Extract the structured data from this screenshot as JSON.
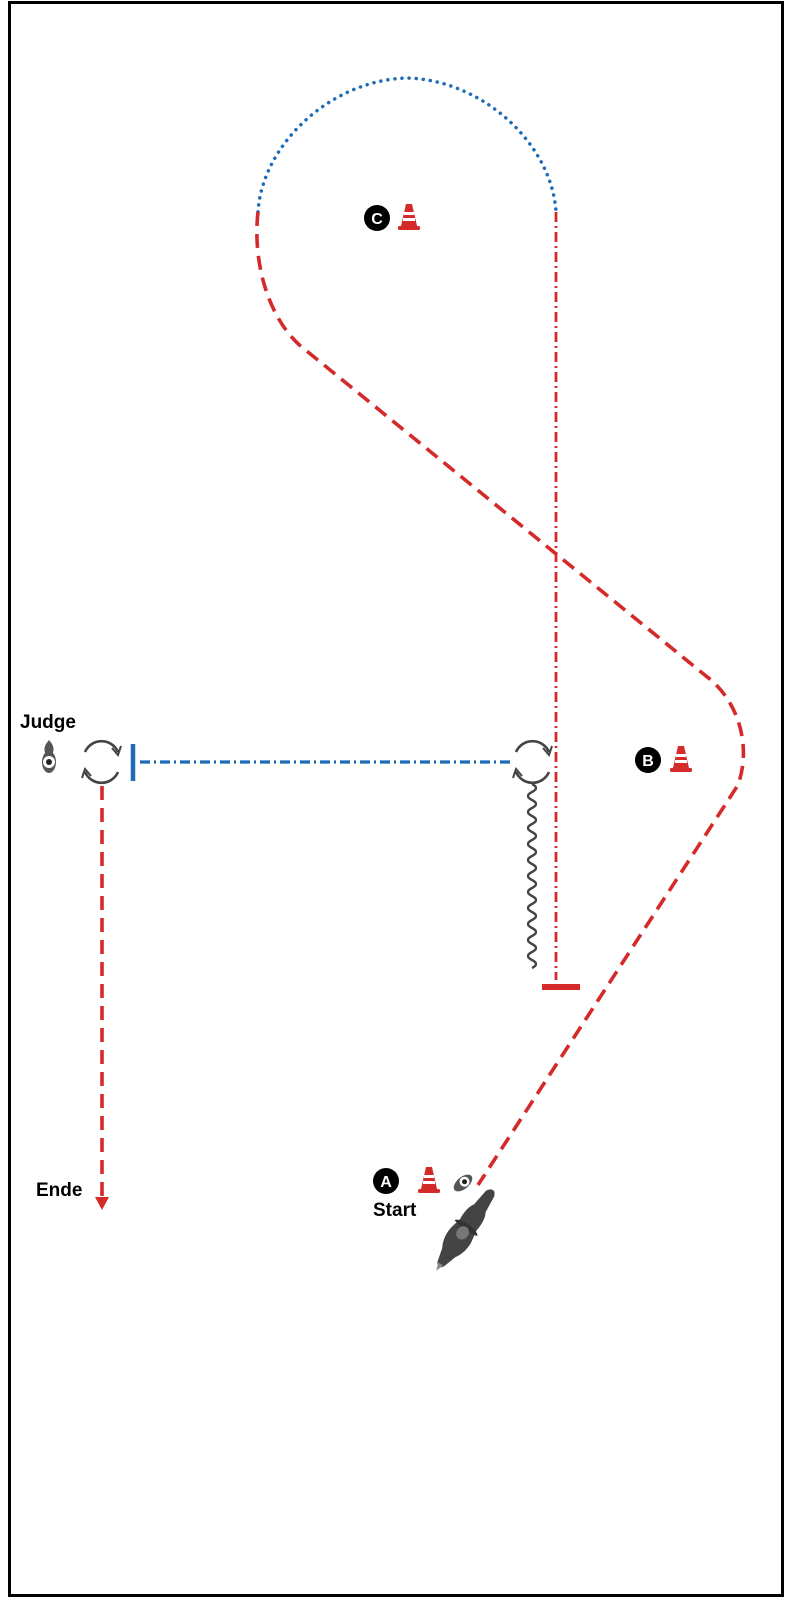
{
  "labels": {
    "judge": "Judge",
    "start": "Start",
    "end": "Ende"
  },
  "markers": [
    {
      "id": "A",
      "letter": "A"
    },
    {
      "id": "B",
      "letter": "B"
    },
    {
      "id": "C",
      "letter": "C"
    }
  ],
  "colors": {
    "path_red": "#d42a2a",
    "path_blue": "#1e6bb8",
    "cone": "#d42a2a",
    "spin": "#444444",
    "marker_fill": "#000000",
    "frame": "#000000"
  },
  "icons": [
    "judge-eye-icon",
    "traffic-cone-icon",
    "spin-arrows-icon",
    "horse-and-rider-icon",
    "arrow-down-icon"
  ]
}
